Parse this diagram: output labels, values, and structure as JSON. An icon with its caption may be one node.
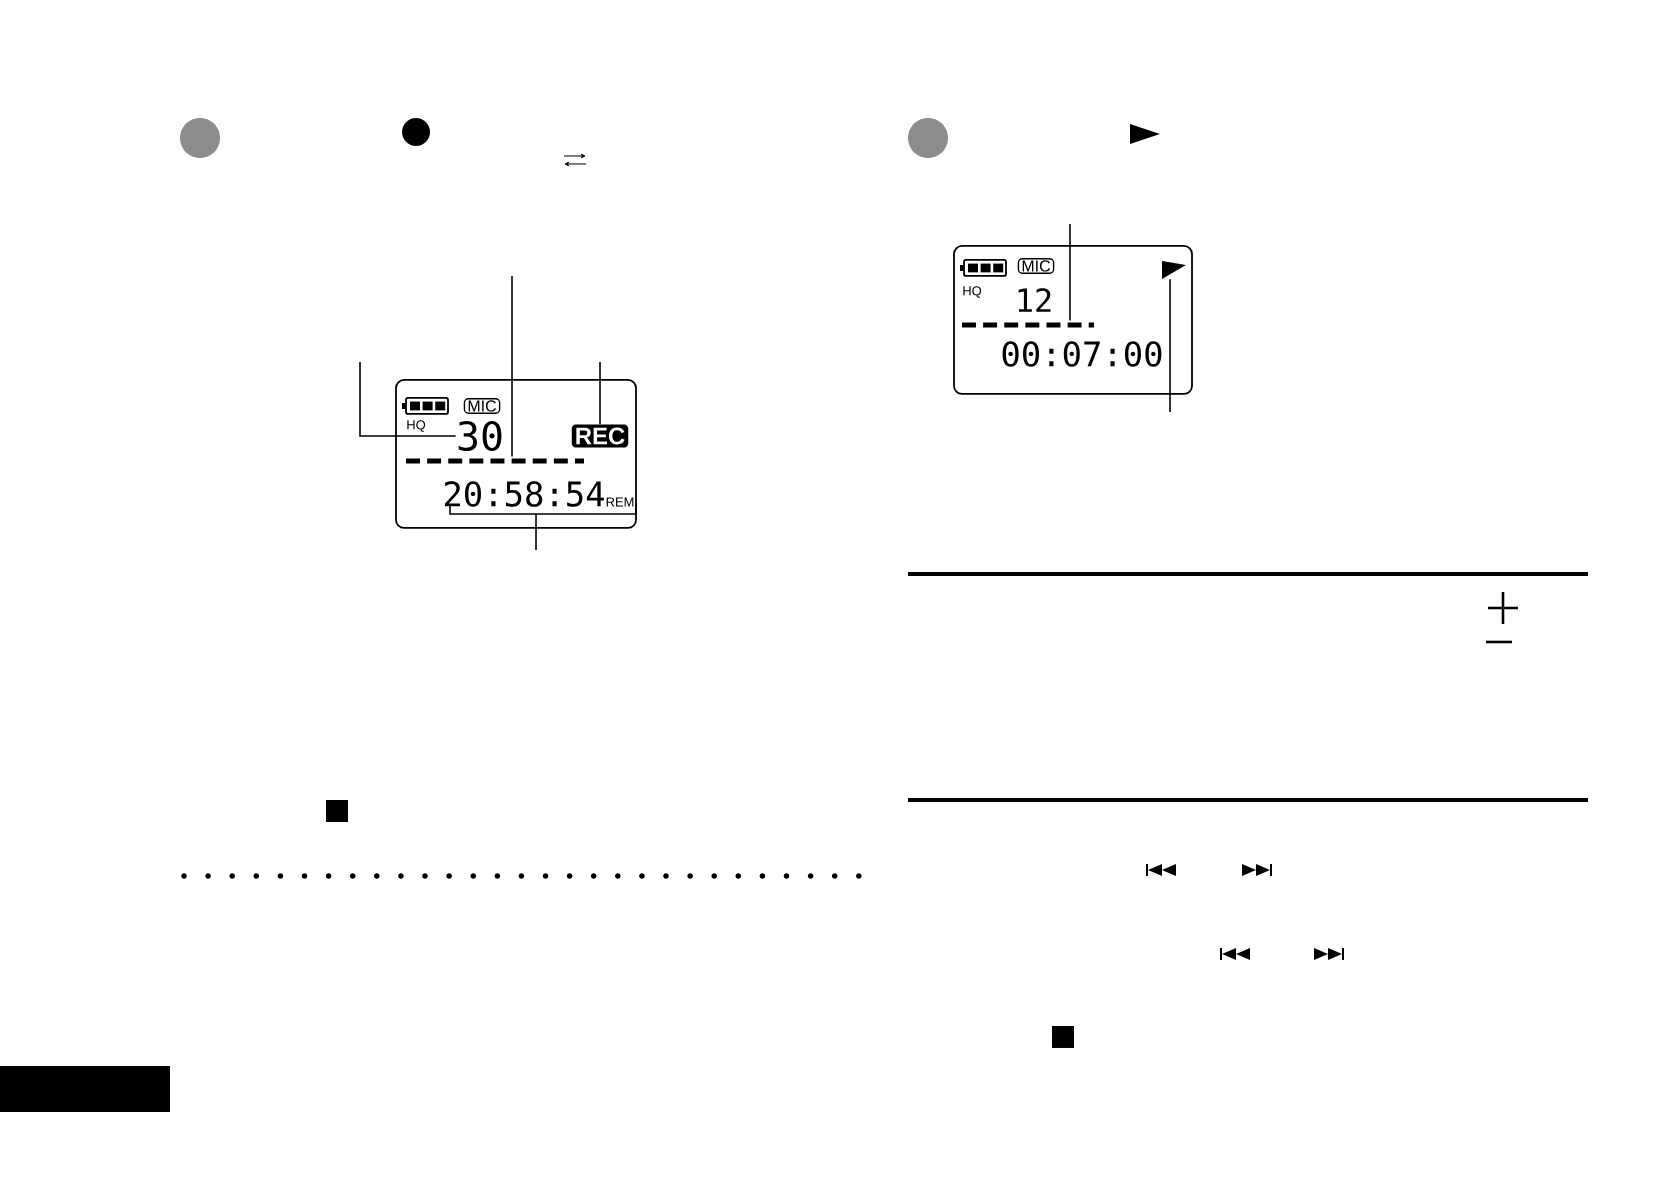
{
  "diagram": {
    "nodes": [
      {
        "text": [
          "MIC",
          "HQ",
          "REM"
        ]
      },
      {
        "text": [
          "30"
        ],
        "in": 0
      },
      {
        "text": [],
        "shape": "bar",
        "in": 0
      },
      {
        "text": [
          "REC"
        ],
        "in": 0
      },
      {
        "text": [
          "20:58:54"
        ],
        "in": 0
      },
      {
        "text": [
          "MIC",
          "HQ",
          "12",
          "00:07:00"
        ]
      },
      {
        "text": [],
        "shape": "bar",
        "in": 5
      },
      {
        "text": [],
        "shape": "triangle",
        "in": 5
      }
    ],
    "edges": [
      {
        "from": null,
        "to": 1,
        "arrow": "none"
      },
      {
        "from": null,
        "to": 2,
        "arrow": "none"
      },
      {
        "from": null,
        "to": 3,
        "arrow": "none"
      },
      {
        "from": null,
        "to": 4,
        "arrow": "none"
      },
      {
        "from": null,
        "to": 6,
        "arrow": "none"
      },
      {
        "from": null,
        "to": 7,
        "arrow": "none"
      }
    ]
  }
}
